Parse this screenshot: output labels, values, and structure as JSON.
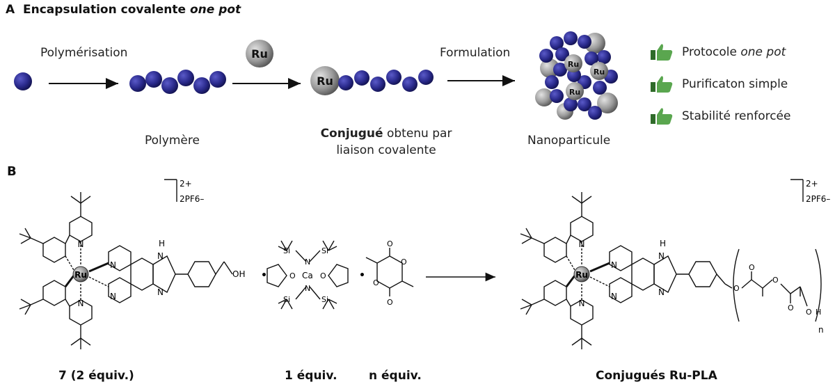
{
  "panel_a": {
    "letter": "A",
    "title_main": "Encapsulation covalente ",
    "title_italic": "one pot",
    "step1_label": "Polymérisation",
    "step2_label": "Formulation",
    "ru_label": "Ru",
    "polymer_label": "Polymère",
    "conjugate_bold": "Conjugué",
    "conjugate_rest": " obtenu par",
    "conjugate_line2": "liaison covalente",
    "nanoparticle_label": "Nanoparticule",
    "benefits": [
      {
        "text": "Protocole ",
        "italic": "one pot"
      },
      {
        "text": "Purificaton simple",
        "italic": ""
      },
      {
        "text": "Stabilité renforcée",
        "italic": ""
      }
    ],
    "colors": {
      "monomer": "#2b2a8a",
      "ru_sphere": "#9a9a9a",
      "thumb": "#5aa64f"
    }
  },
  "panel_b": {
    "letter": "B",
    "charge_top": "2+",
    "charge_bottom": "2PF6–",
    "ru": "Ru",
    "ca": "Ca",
    "reagent1_label": "7 (2 équiv.)",
    "reagent2_label": "1 équiv.",
    "reagent3_label": "n équiv.",
    "product_label": "Conjugués Ru-PLA",
    "atoms": {
      "N": "N",
      "H": "H",
      "OH": "OH",
      "O": "O",
      "Si": "Si",
      "n": "n"
    }
  }
}
